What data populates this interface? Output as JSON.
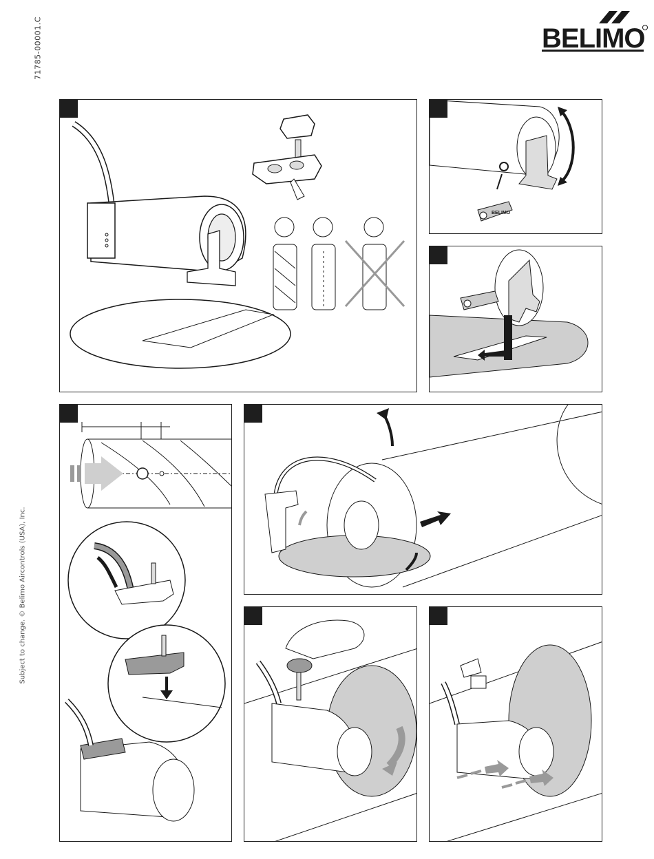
{
  "document": {
    "code": "71785-00001.C",
    "footer_note": "Subject to change. © Belimo Aircontrols (USA), Inc."
  },
  "brand": {
    "name": "BELIMO",
    "registered": "®",
    "tag_text": "BELIMO"
  },
  "colors": {
    "ink": "#1a1a1a",
    "fill_grey": "#cfcfcf",
    "light_grey": "#e6e6e6",
    "arrow_grey": "#9a9a9a"
  },
  "panels": [
    {
      "id": "p1",
      "icon": "mounting-overview-illustration"
    },
    {
      "id": "p2",
      "icon": "position-indicator-rotate-illustration"
    },
    {
      "id": "p3",
      "icon": "baseplate-insert-illustration"
    },
    {
      "id": "p4",
      "icon": "duct-drilling-illustration"
    },
    {
      "id": "p5",
      "icon": "insert-damper-illustration"
    },
    {
      "id": "p6",
      "icon": "tighten-knob-illustration"
    },
    {
      "id": "p7",
      "icon": "airflow-direction-illustration"
    }
  ]
}
